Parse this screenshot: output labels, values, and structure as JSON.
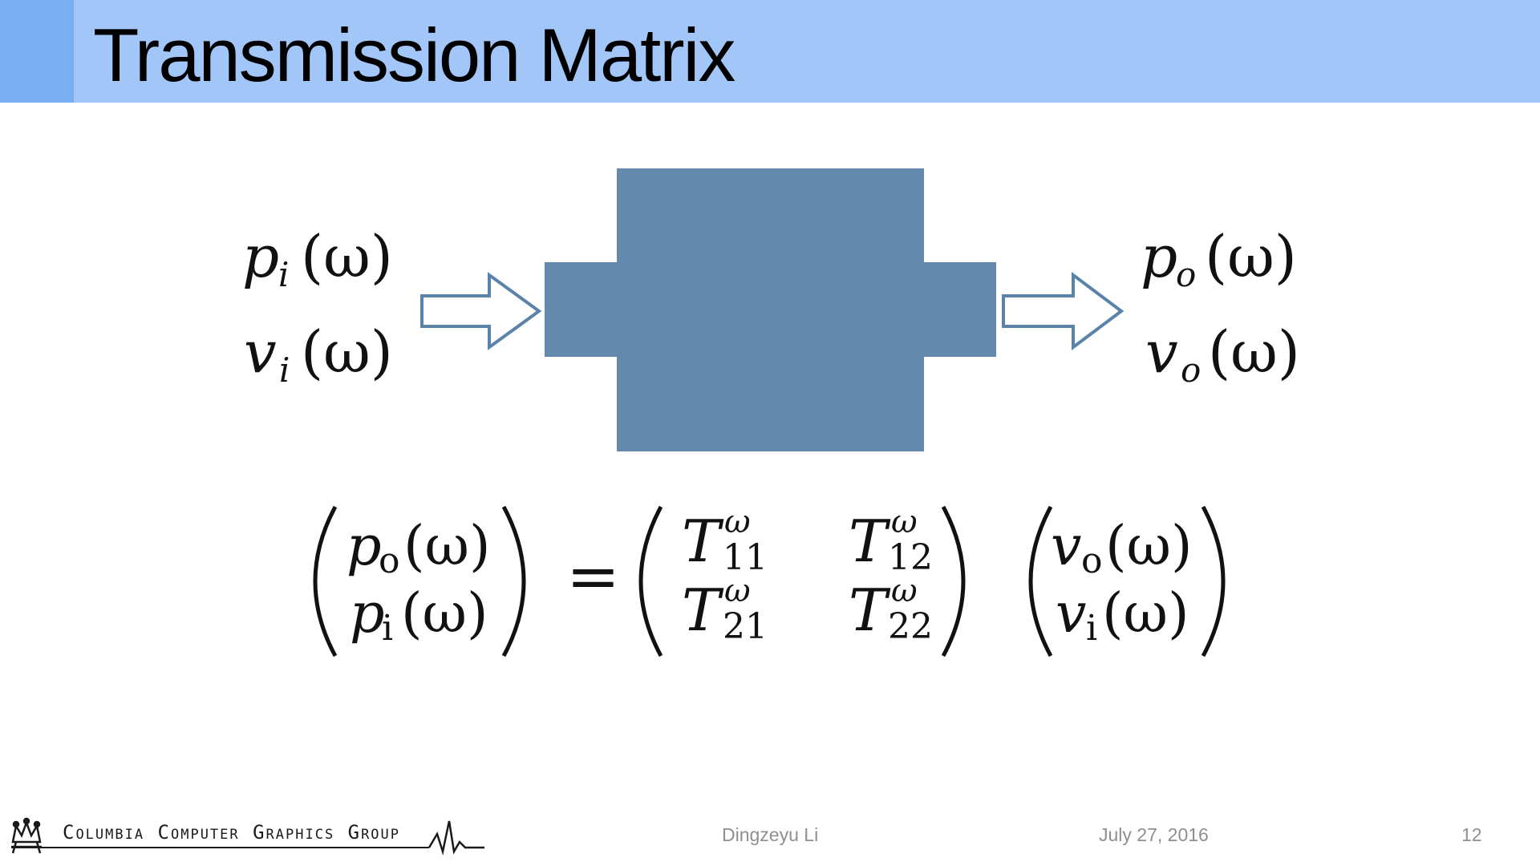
{
  "slide": {
    "title": "Transmission Matrix",
    "page_number": "12"
  },
  "diagram": {
    "inputs": {
      "pressure": "p",
      "velocity": "v",
      "subscript": "i",
      "arg": "(ω)"
    },
    "outputs": {
      "pressure": "p",
      "velocity": "v",
      "subscript": "o",
      "arg": "(ω)"
    },
    "colors": {
      "block": "#6489af",
      "arrow_stroke": "#5b83aa",
      "title_bar": "#a3c6f8",
      "title_accent": "#7aaef2"
    }
  },
  "equation": {
    "lhs": [
      {
        "sym": "p",
        "sub": "o",
        "arg": "(ω)"
      },
      {
        "sym": "p",
        "sub": "i",
        "arg": "(ω)"
      }
    ],
    "equals": "=",
    "matrix": [
      {
        "sym": "T",
        "sup": "ω",
        "sub": "11"
      },
      {
        "sym": "T",
        "sup": "ω",
        "sub": "12"
      },
      {
        "sym": "T",
        "sup": "ω",
        "sub": "21"
      },
      {
        "sym": "T",
        "sup": "ω",
        "sub": "22"
      }
    ],
    "rhs": [
      {
        "sym": "v",
        "sub": "o",
        "arg": "(ω)"
      },
      {
        "sym": "v",
        "sub": "i",
        "arg": "(ω)"
      }
    ]
  },
  "footer": {
    "group": "Columbia Computer Graphics Group",
    "author": "Dingzeyu Li",
    "date": "July 27, 2016"
  }
}
